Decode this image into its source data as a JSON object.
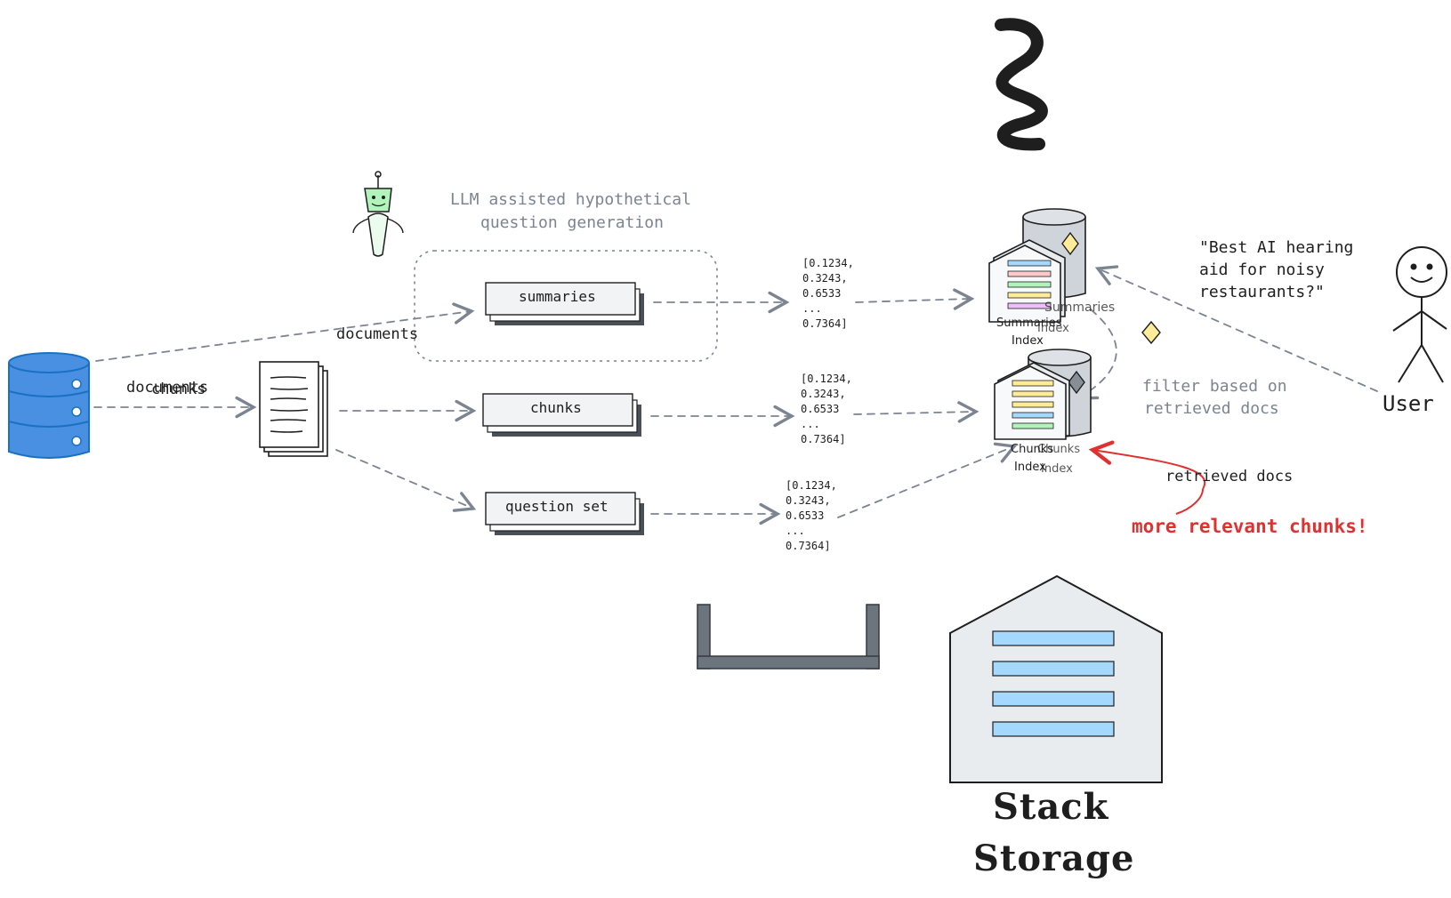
{
  "diagram": {
    "llm_caption_line1": "LLM assisted hypothetical",
    "llm_caption_line2": "question generation",
    "edge_documents_upper": "documents",
    "edge_documents_lower": "documents",
    "edge_chunks_overlap": "chunks",
    "cards": {
      "summaries": "summaries",
      "chunks": "chunks",
      "question_set": "question set"
    },
    "vectors": {
      "v1": "[0.1234,\n0.3243,\n0.6533\n...\n0.7364]",
      "v2": "[0.1234,\n0.3243,\n0.6533\n...\n0.7364]",
      "v3": "[0.1234,\n0.3243,\n0.6533\n...\n0.7364]"
    },
    "summaries_index": {
      "label_line1": "Summaries",
      "label_line2": "Index",
      "ghost_line1": "Summaries",
      "ghost_line2": "Index"
    },
    "chunks_index": {
      "label_line1": "Chunks",
      "label_line2": "Index",
      "ghost_line1": "Chunks",
      "ghost_line2": "Index"
    },
    "query_line1": "\"Best AI hearing",
    "query_line2": "aid for noisy",
    "query_line3": "restaurants?\"",
    "user_label": "User",
    "filter_line1": "filter based on",
    "filter_line2": "retrieved docs",
    "retrieved_docs": "retrieved docs",
    "more_relevant": "more relevant chunks!",
    "stack_storage_line1": "Stack",
    "stack_storage_line2": "Storage"
  },
  "colors": {
    "edge": "#7b8490",
    "db_blue": "#1971c2",
    "db_fill": "#4a90e2",
    "card_fill": "#f1f3f5",
    "stripe_blue": "#a5d8ff",
    "stripe_pink": "#ffc9c9",
    "stripe_green": "#b2f2bb",
    "stripe_yellow": "#ffec99",
    "stripe_purple": "#eebefa",
    "accent_red": "#e03131",
    "diamond_yellow": "#ffec99"
  },
  "icons": {
    "database": "database-icon",
    "documents": "document-stack-icon",
    "robot": "robot-icon",
    "user": "stick-figure-icon",
    "warehouse": "warehouse-icon",
    "brace": "curly-brace-icon",
    "tray": "bracket-tray-icon"
  }
}
